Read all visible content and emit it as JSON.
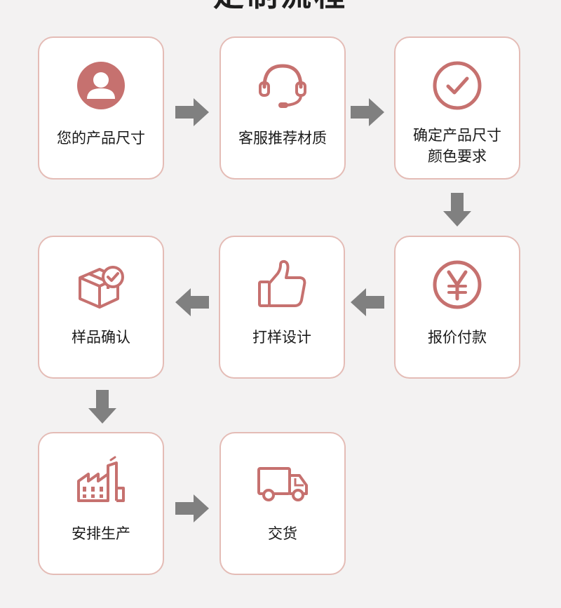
{
  "title": "定制流程",
  "colors": {
    "accent": "#c6716f",
    "arrow": "#808080",
    "card_border": "#e4bcb6",
    "background": "#f3f2f2"
  },
  "steps": [
    {
      "icon": "user-avatar-icon",
      "label": "您的产品尺寸"
    },
    {
      "icon": "headset-icon",
      "label": "客服推荐材质"
    },
    {
      "icon": "check-circle-icon",
      "lines": [
        "确定产品尺寸",
        "颜色要求"
      ]
    },
    {
      "icon": "yen-coin-icon",
      "label": "报价付款"
    },
    {
      "icon": "thumbs-up-icon",
      "label": "打样设计"
    },
    {
      "icon": "box-check-icon",
      "label": "样品确认"
    },
    {
      "icon": "factory-icon",
      "label": "安排生产"
    },
    {
      "icon": "truck-icon",
      "label": "交货"
    }
  ]
}
